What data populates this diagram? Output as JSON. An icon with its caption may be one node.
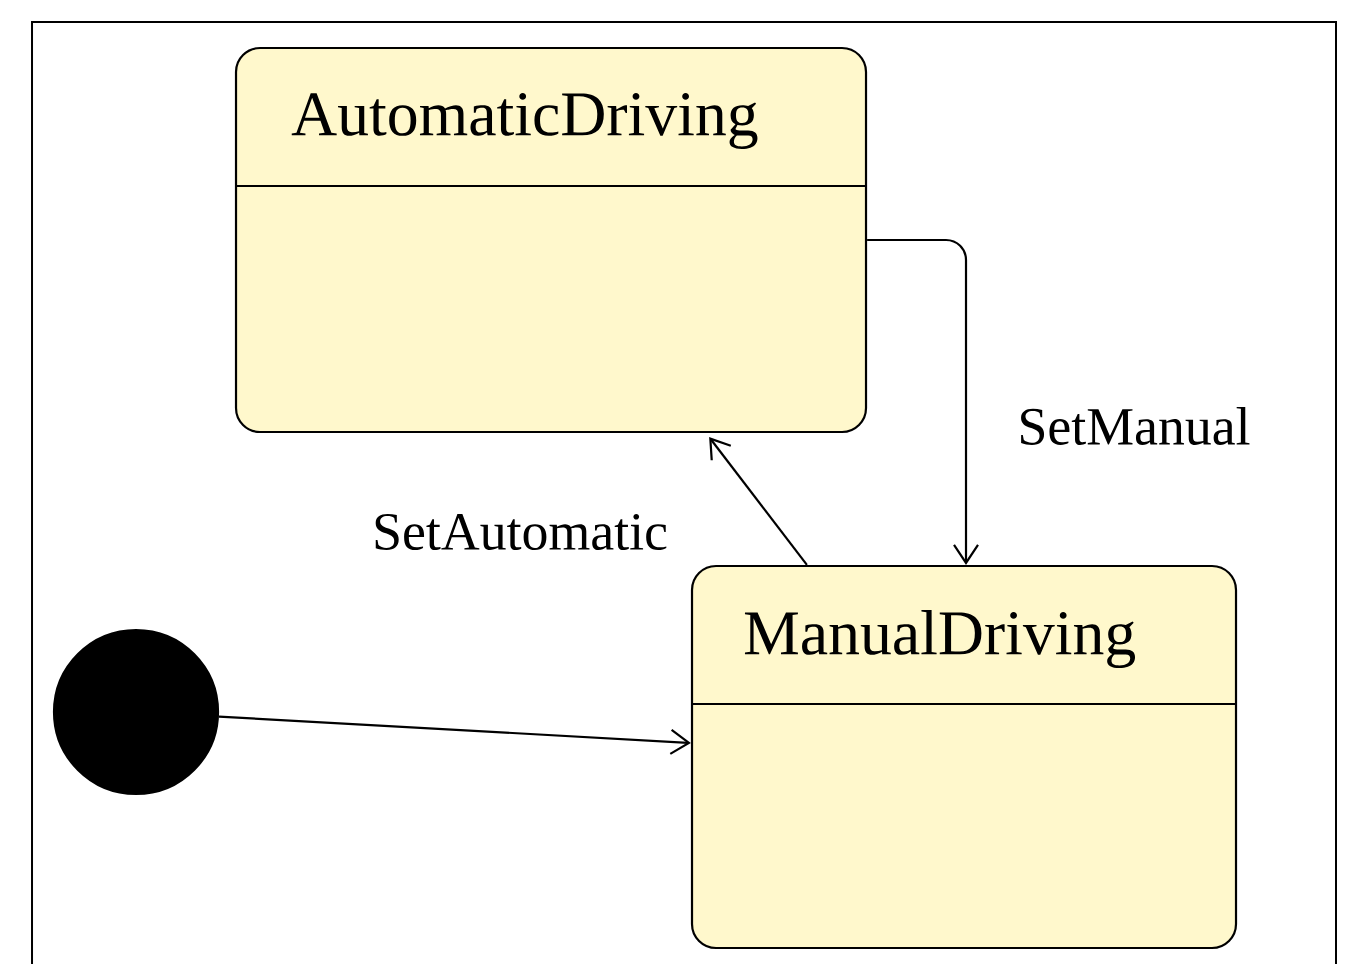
{
  "diagram": {
    "nodes": [
      {
        "text": [
          "AutomaticDriving"
        ]
      },
      {
        "text": [
          "ManualDriving"
        ]
      },
      {
        "text": [],
        "shape": "circle"
      }
    ],
    "edges": [
      {
        "from": 2,
        "to": 1,
        "arrow": "to"
      },
      {
        "from": 0,
        "to": 1,
        "arrow": "to",
        "label": "SetManual"
      },
      {
        "from": 1,
        "to": 0,
        "arrow": "to",
        "label": "SetAutomatic"
      }
    ]
  }
}
